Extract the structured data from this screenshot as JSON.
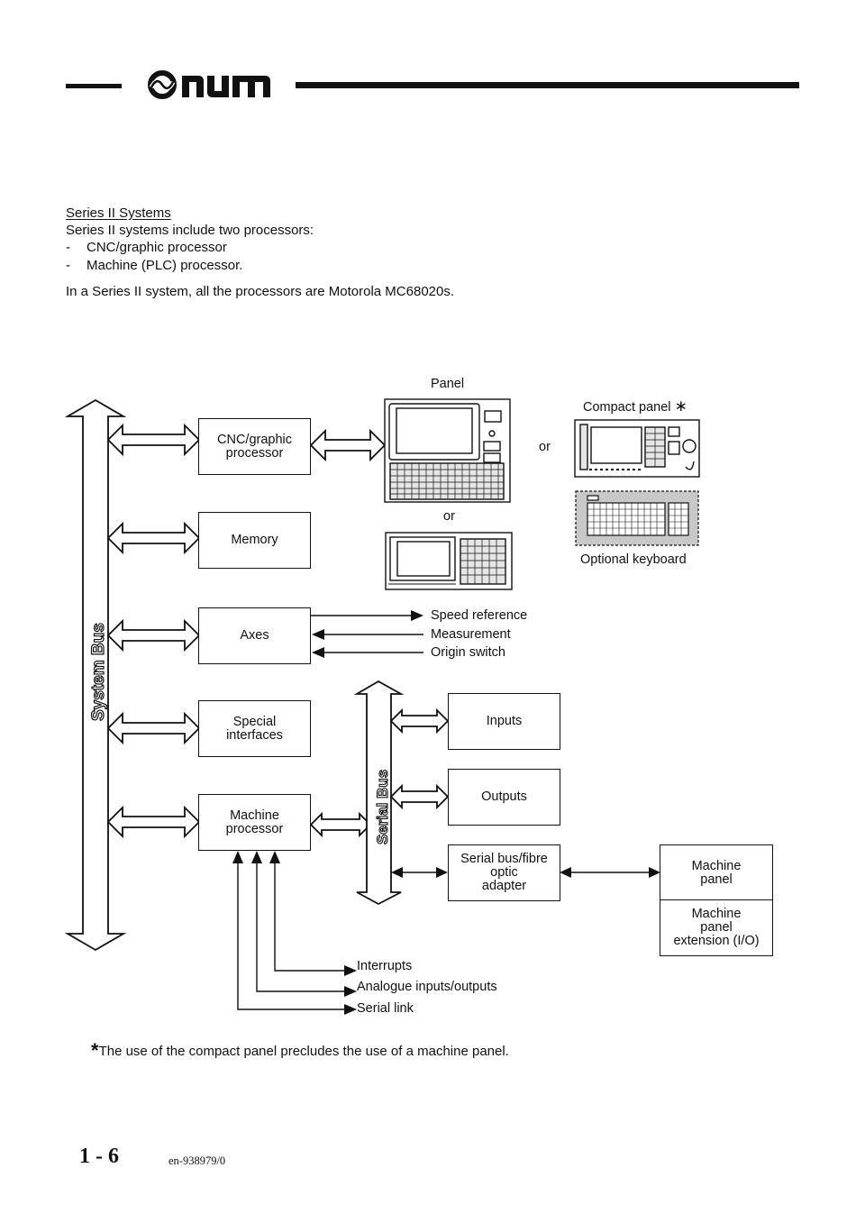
{
  "header": {
    "logo_text": "num"
  },
  "intro": {
    "title": "Series II Systems",
    "line1": "Series II systems include two processors:",
    "bullets": [
      {
        "dash": "-",
        "text": "CNC/graphic processor"
      },
      {
        "dash": "-",
        "text": "Machine (PLC) processor."
      }
    ],
    "paragraph": "In a Series II system, all the processors are Motorola MC68020s."
  },
  "diagram": {
    "system_bus": "System Bus",
    "serial_bus": "Serial Bus",
    "blocks": {
      "cnc": [
        "CNC/graphic",
        "processor"
      ],
      "memory": [
        "Memory"
      ],
      "axes": [
        "Axes"
      ],
      "special": [
        "Special",
        "interfaces"
      ],
      "machine_proc": [
        "Machine",
        "processor"
      ],
      "inputs": [
        "Inputs"
      ],
      "outputs": [
        "Outputs"
      ],
      "adapter": [
        "Serial bus/fibre",
        "optic",
        "adapter"
      ],
      "machine_panel": [
        "Machine",
        "panel"
      ],
      "panel_ext": [
        "Machine",
        "panel",
        "extension (I/O)"
      ]
    },
    "labels": {
      "panel": "Panel",
      "compact_panel": "Compact panel",
      "compact_star": "∗",
      "or1": "or",
      "or2": "or",
      "optional_keyboard": "Optional keyboard",
      "speed_reference": "Speed reference",
      "measurement": "Measurement",
      "origin_switch": "Origin switch",
      "interrupts": "Interrupts",
      "analogue_io": "Analogue inputs/outputs",
      "serial_link": "Serial link"
    }
  },
  "footnote": {
    "star": "*",
    "text": "The use of the compact panel precludes the use of a machine panel."
  },
  "footer": {
    "page": "1 - 6",
    "doc_ref": "en-938979/0"
  },
  "colors": {
    "ink": "#111111",
    "keyboard_bg": "#c8c8c8"
  }
}
